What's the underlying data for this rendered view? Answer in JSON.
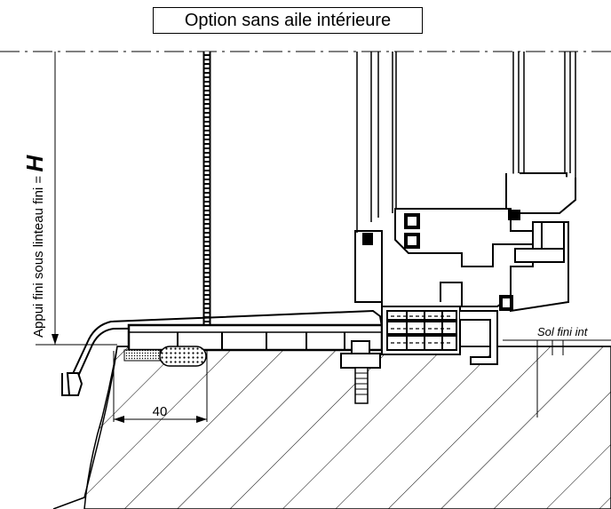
{
  "title": "Option sans aile intérieure",
  "height_dimension": {
    "label": "Appui fini sous linteau fini = ",
    "symbol": "H"
  },
  "width_dimension": {
    "value": "40"
  },
  "floor_label": "Sol fini int"
}
